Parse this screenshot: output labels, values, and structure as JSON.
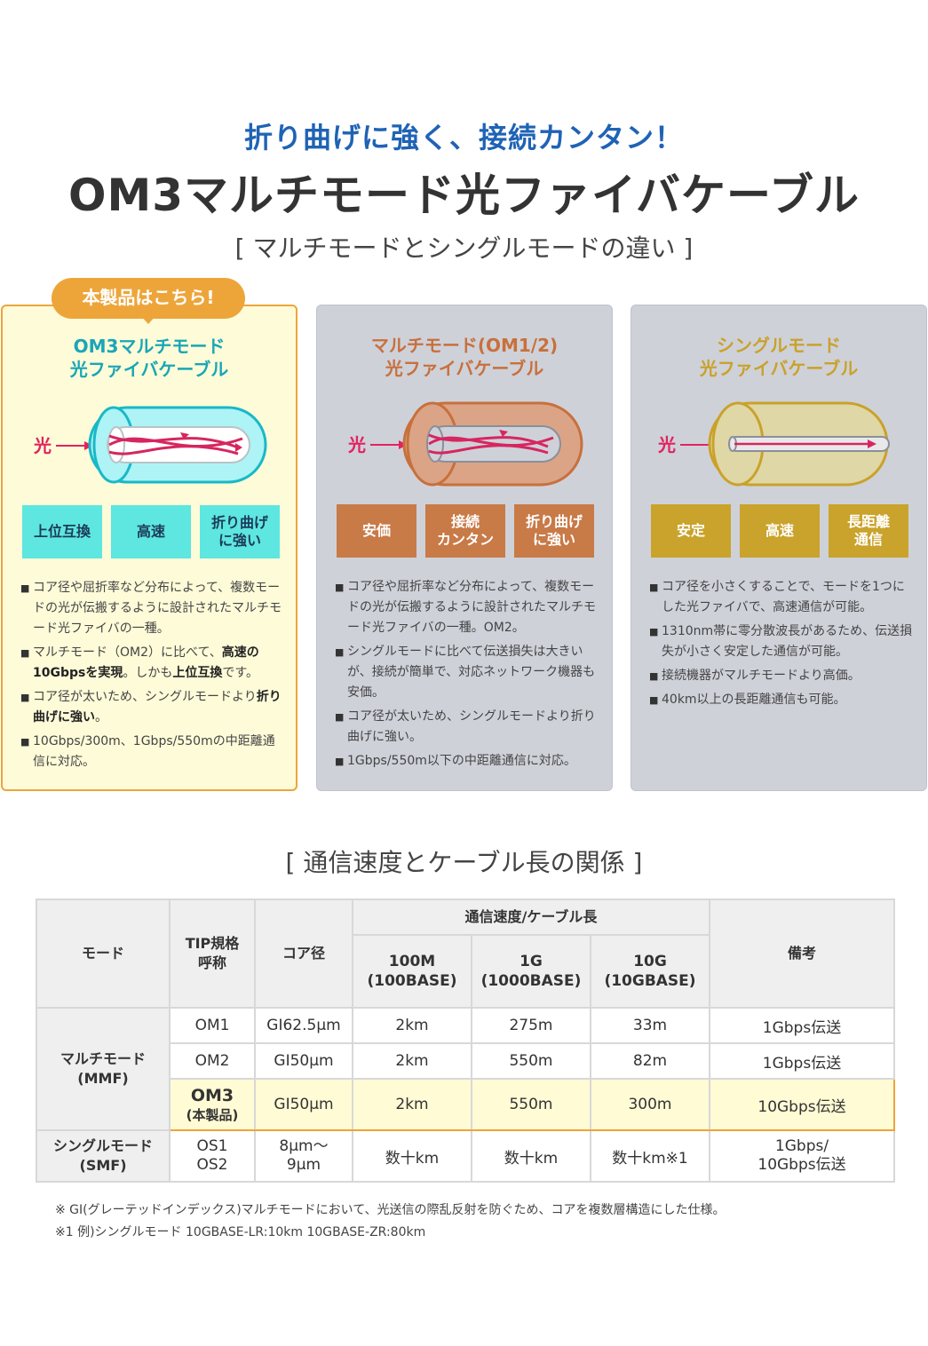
{
  "header": {
    "catch": "折り曲げに強く、接続カンタン！",
    "title": "OM3マルチモード光ファイバケーブル",
    "section1": "[  マルチモードとシングルモードの違い  ]"
  },
  "badge": "本製品はこちら!",
  "light_label": "光",
  "colors": {
    "om3": "#1aa6b7",
    "om12": "#c8703c",
    "single": "#c9a22b",
    "accent": "#eda53a",
    "arrow": "#e0245e"
  },
  "cards": [
    {
      "title1": "OM3マルチモード",
      "title2": "光ファイバケーブル",
      "features": [
        "上位互換",
        "高速",
        "折り曲げ\nに強い"
      ],
      "bullets": [
        [
          "コア径や屈折率など分布によって、複数モードの光が伝搬するように設計されたマルチモード光ファイバの一種。"
        ],
        [
          "マルチモード（OM2）に比べて、",
          "高速の10Gbpsを実現",
          "。しかも",
          "上位互換",
          "です。"
        ],
        [
          "コア径が太いため、シングルモードより",
          "折り曲げに強い",
          "。"
        ],
        [
          "10Gbps/300m、1Gbps/550mの中距離通信に対応。"
        ]
      ]
    },
    {
      "title1": "マルチモード(OM1/2)",
      "title2": "光ファイバケーブル",
      "features": [
        "安価",
        "接続\nカンタン",
        "折り曲げ\nに強い"
      ],
      "bullets": [
        [
          "コア径や屈折率など分布によって、複数モードの光が伝搬するように設計されたマルチモード光ファイバの一種。OM2。"
        ],
        [
          "シングルモードに比べて伝送損失は大きいが、接続が簡単で、対応ネットワーク機器も安価。"
        ],
        [
          "コア径が太いため、シングルモードより折り曲げに強い。"
        ],
        [
          "1Gbps/550m以下の中距離通信に対応。"
        ]
      ]
    },
    {
      "title1": "シングルモード",
      "title2": "光ファイバケーブル",
      "features": [
        "安定",
        "高速",
        "長距離\n通信"
      ],
      "bullets": [
        [
          "コア径を小さくすることで、モードを1つにした光ファイバで、高速通信が可能。"
        ],
        [
          "1310nm帯に零分散波長があるため、伝送損失が小さく安定した通信が可能。"
        ],
        [
          "接続機器がマルチモードより高価。"
        ],
        [
          "40km以上の長距離通信も可能。"
        ]
      ]
    }
  ],
  "section2": "[  通信速度とケーブル長の関係  ]",
  "table": {
    "h_mode": "モード",
    "h_tip": "TIP規格\n呼称",
    "h_core": "コア径",
    "h_speed": "通信速度/ケーブル長",
    "h_100m": "100M\n(100BASE)",
    "h_1g": "1G\n(1000BASE)",
    "h_10g": "10G\n(10GBASE)",
    "h_note": "備考",
    "mmf": "マルチモード\n(MMF)",
    "smf": "シングルモード\n(SMF)",
    "rows": [
      {
        "tip": "OM1",
        "core": "GI62.5μm",
        "s100": "2km",
        "s1g": "275m",
        "s10g": "33m",
        "note": "1Gbps伝送"
      },
      {
        "tip": "OM2",
        "core": "GI50μm",
        "s100": "2km",
        "s1g": "550m",
        "s10g": "82m",
        "note": "1Gbps伝送"
      },
      {
        "tip": "OM3",
        "tip_sub": "(本製品)",
        "core": "GI50μm",
        "s100": "2km",
        "s1g": "550m",
        "s10g": "300m",
        "note": "10Gbps伝送"
      },
      {
        "tip": "OS1\nOS2",
        "core": "8μm〜\n9μm",
        "s100": "数十km",
        "s1g": "数十km",
        "s10g": "数十km※1",
        "note": "1Gbps/\n10Gbps伝送"
      }
    ]
  },
  "notes": [
    "※ GI(グレーテッドインデックス)マルチモードにおいて、光送信の際乱反射を防ぐため、コアを複数層構造にした仕様。",
    "※1 例)シングルモード 10GBASE-LR:10km 10GBASE-ZR:80km"
  ]
}
